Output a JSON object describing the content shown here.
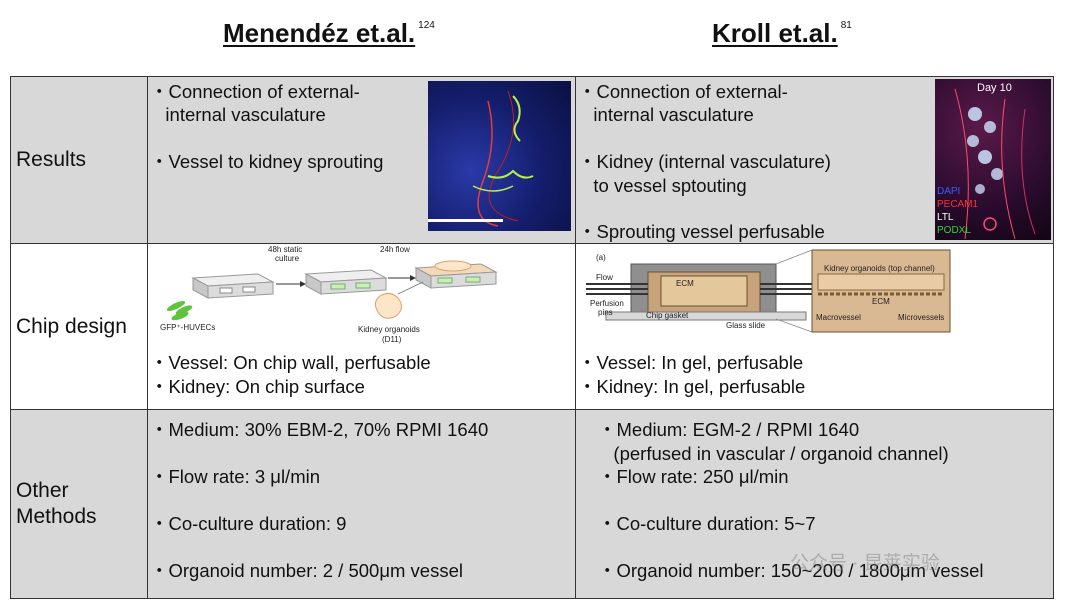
{
  "headers": {
    "left": {
      "name": "Menendéz et.al.",
      "ref": "124"
    },
    "right": {
      "name": "Kroll et.al.",
      "ref": "81"
    }
  },
  "rows": [
    {
      "label": "Results",
      "left": [
        "・Connection of external-",
        "   internal vasculature",
        "・Vessel to kidney sprouting"
      ],
      "right": [
        "・Connection of external-",
        "   internal vasculature",
        "・Kidney (internal vasculature)",
        "   to vessel sptouting",
        "・Sprouting vessel perfusable"
      ]
    },
    {
      "label": "Chip design",
      "left": [
        "・Vessel: On chip wall, perfusable",
        "・Kidney: On chip surface"
      ],
      "right": [
        "・Vessel: In gel, perfusable",
        "・Kidney: In gel, perfusable"
      ]
    },
    {
      "label": "Other Methods",
      "label_lines": [
        "Other",
        "Methods"
      ],
      "left": [
        "・Medium: 30% EBM-2, 70% RPMI 1640",
        "・Flow rate: 3 μl/min",
        "・Co-culture duration: 9",
        "・Organoid number: 2 / 500μm vessel"
      ],
      "right": [
        "・Medium: EGM-2 / RPMI 1640",
        "   (perfused in vascular / organoid channel)",
        "・Flow rate: 250 μl/min",
        "・Co-culture duration: 5~7",
        "・Organoid number: 150~200 / 1800μm vessel"
      ]
    }
  ],
  "micrograph_right": {
    "day": "Day 10",
    "legend": [
      {
        "text": "DAPI",
        "color": "#3a5cff"
      },
      {
        "text": "PECAM1",
        "color": "#ff3030"
      },
      {
        "text": "LTL",
        "color": "#ffffff"
      },
      {
        "text": "PODXL",
        "color": "#3ad13a"
      }
    ]
  },
  "diagram_left": {
    "static": "48h static\nculture",
    "static_l1": "48h static",
    "static_l2": "culture",
    "flow": "24h flow",
    "cells": "GFP⁺-HUVECs",
    "organoid_l1": "Kidney organoids",
    "organoid_l2": "(D11)"
  },
  "diagram_right": {
    "panel": "(a)",
    "flow": "Flow",
    "perfusion_l1": "Perfusion",
    "perfusion_l2": "pins",
    "ecm": "ECM",
    "gasket": "Chip gasket",
    "glass": "Glass slide",
    "top_channel": "Kidney organoids (top channel)",
    "ecm2": "ECM",
    "macro": "Macrovessel",
    "micro": "Microvessels"
  },
  "watermark": "公众号 · 昆莱实验"
}
